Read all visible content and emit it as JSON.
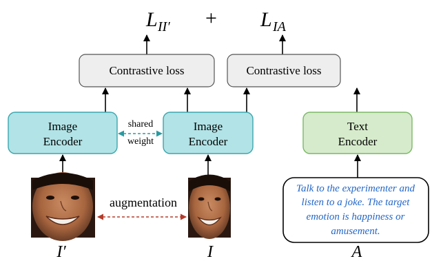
{
  "losses": {
    "left_symbol": "L",
    "left_subscript": "II′",
    "plus": "+",
    "right_symbol": "L",
    "right_subscript": "IA"
  },
  "contrastive_boxes": {
    "left_label": "Contrastive loss",
    "right_label": "Contrastive loss"
  },
  "encoders": {
    "image_left": [
      "Image",
      "Encoder"
    ],
    "image_right": [
      "Image",
      "Encoder"
    ],
    "text": [
      "Text",
      "Encoder"
    ]
  },
  "shared_weight": [
    "shared",
    "weight"
  ],
  "augmentation_label": "augmentation",
  "text_prompt": [
    "Talk to the experimenter and",
    "listen to a joke. The target",
    "emotion is happiness or",
    "amusement."
  ],
  "input_labels": {
    "augmented_image": "I′",
    "image": "I",
    "text": "A"
  },
  "colors": {
    "contrastive_fill": "#eeeeee",
    "image_encoder_fill": "#b2e3e6",
    "image_encoder_stroke": "#3aa6ad",
    "text_encoder_fill": "#d6ebcb",
    "text_encoder_stroke": "#7ab865",
    "shared_arrow": "#2a9aa1",
    "augmentation_arrow": "#b53b2a",
    "prompt_text": "#2266c8"
  },
  "images": {
    "augmented_image": "smiling-face-photo",
    "image": "smiling-face-photo"
  }
}
